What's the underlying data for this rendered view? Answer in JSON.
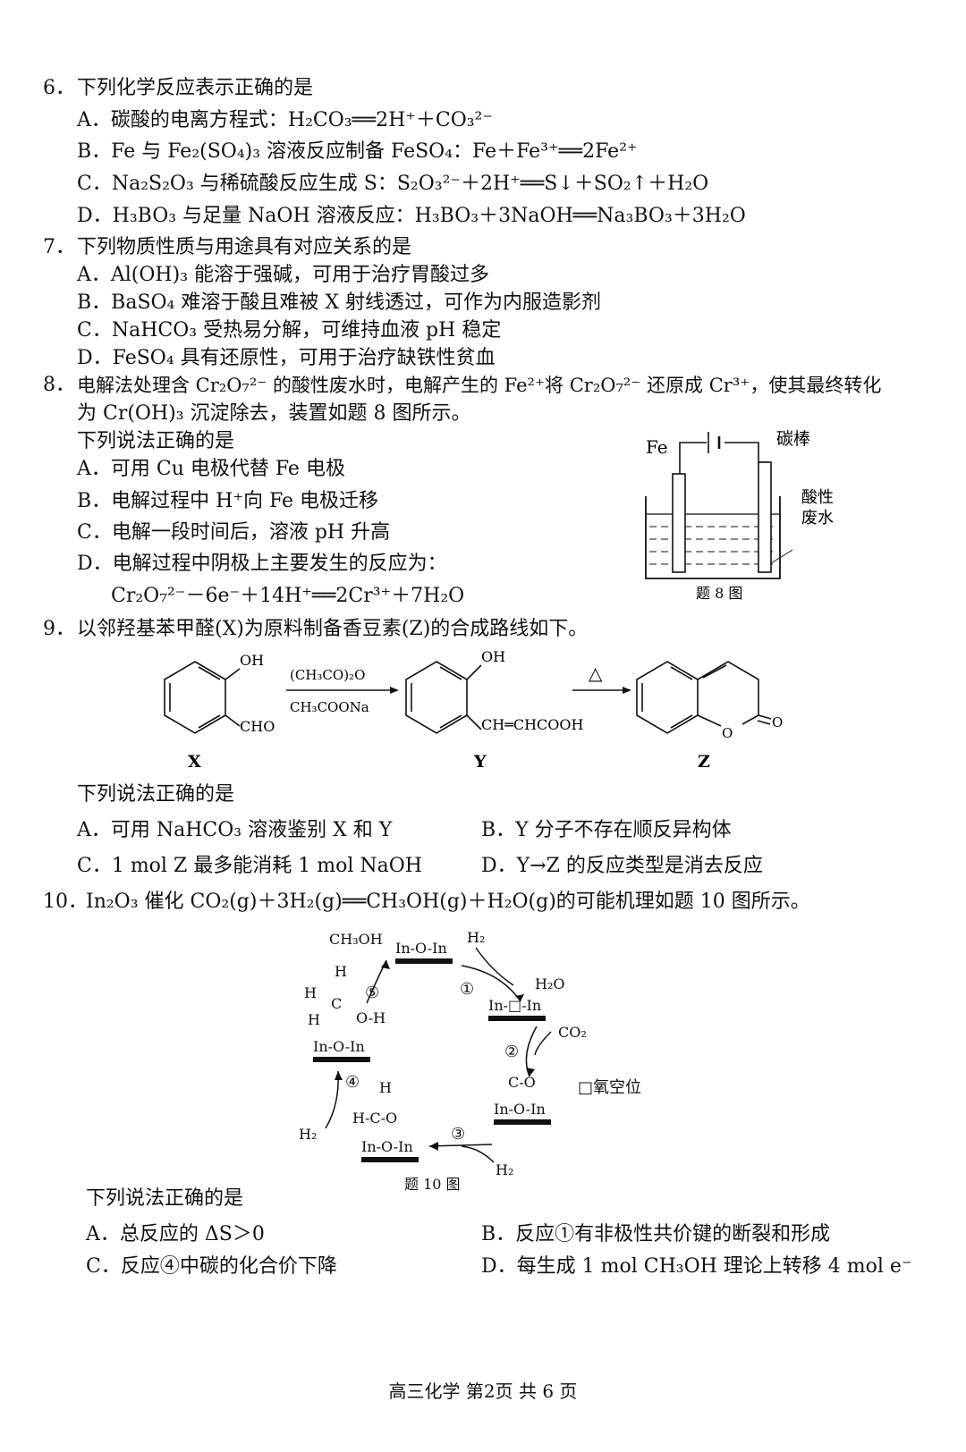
{
  "q6": {
    "num": "6．",
    "stem": "下列化学反应表示正确的是",
    "A": "A．碳酸的电离方程式：H₂CO₃══2H⁺＋CO₃²⁻",
    "B": "B．Fe 与 Fe₂(SO₄)₃ 溶液反应制备 FeSO₄：Fe＋Fe³⁺══2Fe²⁺",
    "C": "C．Na₂S₂O₃ 与稀硫酸反应生成 S：S₂O₃²⁻＋2H⁺══S↓＋SO₂↑＋H₂O",
    "D": "D．H₃BO₃ 与足量 NaOH 溶液反应：H₃BO₃＋3NaOH══Na₃BO₃＋3H₂O"
  },
  "q7": {
    "num": "7．",
    "stem": "下列物质性质与用途具有对应关系的是",
    "A": "A．Al(OH)₃ 能溶于强碱，可用于治疗胃酸过多",
    "B": "B．BaSO₄ 难溶于酸且难被 X 射线透过，可作为内服造影剂",
    "C": "C．NaHCO₃ 受热易分解，可维持血液 pH 稳定",
    "D": "D．FeSO₄ 具有还原性，可用于治疗缺铁性贫血"
  },
  "q8": {
    "num": "8．",
    "stem1": "电解法处理含 Cr₂O₇²⁻ 的酸性废水时，电解产生的 Fe²⁺将 Cr₂O₇²⁻ 还原成 Cr³⁺，使其最终转化",
    "stem2": "为 Cr(OH)₃ 沉淀除去，装置如题 8 图所示。",
    "stem3": "下列说法正确的是",
    "A": "A．可用 Cu 电极代替 Fe 电极",
    "B": "B．电解过程中 H⁺向 Fe 电极迁移",
    "C": "C．电解一段时间后，溶液 pH 升高",
    "D": "D．电解过程中阴极上主要发生的反应为：",
    "D2": "Cr₂O₇²⁻－6e⁻＋14H⁺══2Cr³⁺＋7H₂O",
    "fig": {
      "fe_label": "Fe",
      "carbon_label": "碳棒",
      "solution_label_1": "酸性",
      "solution_label_2": "废水",
      "caption": "题 8 图"
    }
  },
  "q9": {
    "num": "9．",
    "stem": "以邻羟基苯甲醛(X)为原料制备香豆素(Z)的合成路线如下。",
    "scheme": {
      "x_oh": "OH",
      "x_cho": "CHO",
      "reagent1": "(CH₃CO)₂O",
      "reagent2": "CH₃COONa",
      "y_oh": "OH",
      "y_chain": "CH═CHCOOH",
      "heat": "△",
      "z_o_ring": "O",
      "z_o_carbonyl": "O",
      "label_x": "X",
      "label_y": "Y",
      "label_z": "Z"
    },
    "sub": "下列说法正确的是",
    "A": "A．可用 NaHCO₃ 溶液鉴别 X 和 Y",
    "B": "B．Y 分子不存在顺反异构体",
    "C": "C．1 mol Z 最多能消耗 1 mol NaOH",
    "D": "D．Y→Z 的反应类型是消去反应"
  },
  "q10": {
    "num": "10．",
    "stem": "In₂O₃ 催化 CO₂(g)＋3H₂(g)══CH₃OH(g)＋H₂O(g)的可能机理如题 10 图所示。",
    "fig": {
      "ch3oh": "CH₃OH",
      "top": "In-O-In",
      "h2_top": "H₂",
      "h2o": "H₂O",
      "step1": "①",
      "vacancy": "In-□-In",
      "co2": "CO₂",
      "step2": "②",
      "co_top": "C-O",
      "co_bot": "In-O-In",
      "legend": "□氧空位",
      "step3": "③",
      "h2_bottom": "H₂",
      "hco_h": "H",
      "hco_mid": "H-C-O",
      "hco_bot": "In-O-In",
      "step4": "④",
      "h2_left": "H₂",
      "m5_h1": "H",
      "m5_h2": "H",
      "m5_c": "C",
      "m5_h3": "H",
      "m5_oh": "O-H",
      "m5_bot": "In-O-In",
      "step5": "⑤",
      "caption": "题 10 图"
    },
    "sub": "下列说法正确的是",
    "A": "A．总反应的 ΔS＞0",
    "B": "B．反应①有非极性共价键的断裂和形成",
    "C": "C．反应④中碳的化合价下降",
    "D": "D．每生成 1 mol CH₃OH 理论上转移 4 mol e⁻"
  },
  "footer": "高三化学 第2页 共 6 页"
}
